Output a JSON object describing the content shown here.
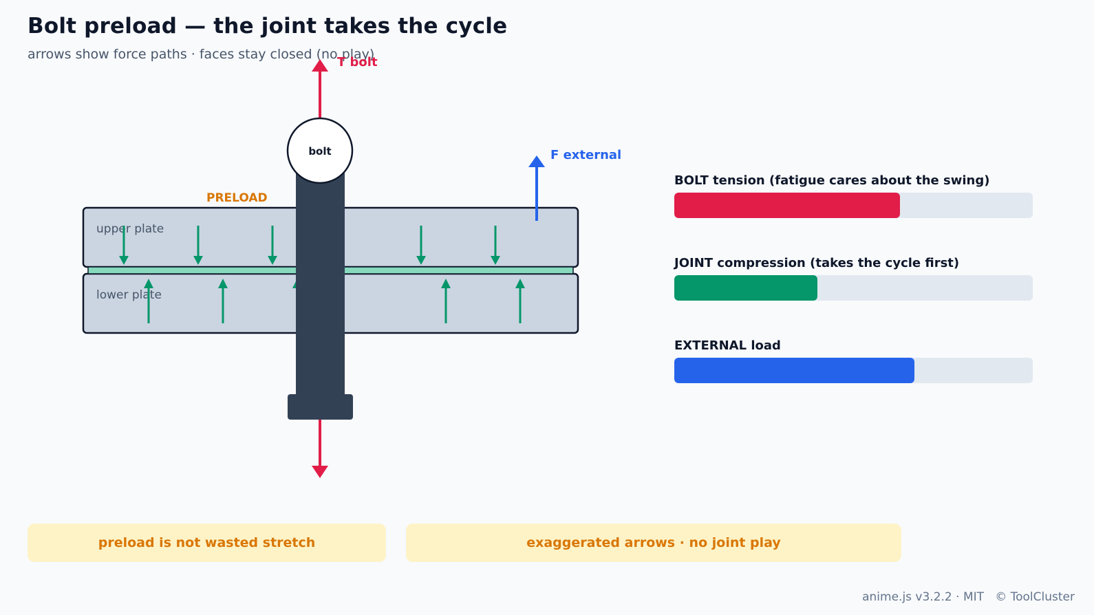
{
  "header": {
    "title": "Bolt preload — the joint takes the cycle",
    "subtitle": "arrows show force paths · faces stay closed (no play)"
  },
  "diagram": {
    "bolt_label": "bolt",
    "bolt_tension_label": "T bolt",
    "external_force_label": "F external",
    "preload_label": "PRELOAD",
    "upper_plate_label": "upper plate",
    "lower_plate_label": "lower plate"
  },
  "meters": [
    {
      "label": "BOLT tension (fatigue cares about the swing)",
      "value": 0.63,
      "color": "#e11d48"
    },
    {
      "label": "JOINT compression (takes the cycle first)",
      "value": 0.4,
      "color": "#059669"
    },
    {
      "label": "EXTERNAL load",
      "value": 0.67,
      "color": "#2563eb"
    }
  ],
  "notes": {
    "left": "preload is not wasted stretch",
    "right": "exaggerated arrows · no joint play"
  },
  "footer": {
    "text": "anime.js v3.2.2 · MIT   © ToolCluster"
  },
  "colors": {
    "bolt": "#334155",
    "tension": "#e11d48",
    "external": "#2563eb",
    "compression": "#059669",
    "preload": "#d97706",
    "plate": "#cbd5e1"
  }
}
